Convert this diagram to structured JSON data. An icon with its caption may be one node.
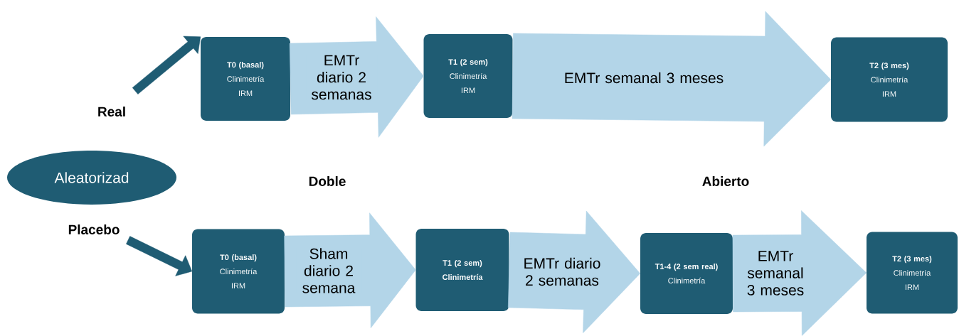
{
  "diagram": {
    "nodes": [
      {
        "text": [
          "T0 (basal)",
          "Clinimetría",
          "IRM"
        ]
      },
      {
        "text": [
          "T1 (2 sem)",
          "Clinimetría",
          "IRM"
        ]
      },
      {
        "text": [
          "T2 (3 mes)",
          "Clinimetría",
          "IRM"
        ]
      },
      {
        "text": [
          "Aleatorizad"
        ]
      },
      {
        "text": [
          "T0 (basal)",
          "Clinimetría",
          "IRM"
        ]
      },
      {
        "text": [
          "T1 (2 sem)",
          "Clinimetría"
        ]
      },
      {
        "text": [
          "T1-4 (2 sem real)",
          "Clinimetría"
        ]
      },
      {
        "text": [
          "T2 (3 mes)",
          "Clinimetría",
          "IRM"
        ]
      }
    ],
    "edges": [
      {
        "from": null,
        "to": 0,
        "arrow": "to",
        "color": "#1f5c73"
      },
      {
        "from": 0,
        "to": 1,
        "arrow": "to",
        "label": "EMTr diario 2 semanas"
      },
      {
        "from": 1,
        "to": 2,
        "arrow": "to",
        "label": "EMTr semanal 3 meses"
      },
      {
        "from": null,
        "to": 4,
        "arrow": "to",
        "color": "#1f5c73"
      },
      {
        "from": 4,
        "to": 5,
        "arrow": "to",
        "label": "Sham diario 2 semana"
      },
      {
        "from": 5,
        "to": 6,
        "arrow": "to",
        "label": "EMTr diario 2 semanas"
      },
      {
        "from": 6,
        "to": 7,
        "arrow": "to",
        "label": "EMTr semanal 3 meses"
      }
    ],
    "labels": [
      "Real",
      "Doble",
      "Abierto",
      "Placebo"
    ]
  }
}
